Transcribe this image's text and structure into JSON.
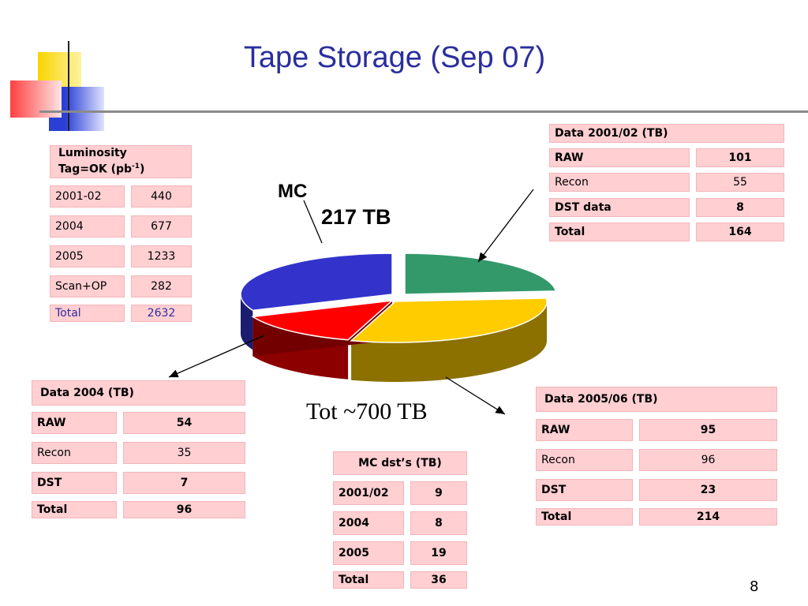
{
  "title": "Tape Storage (Sep 07)",
  "page_number": "8",
  "colors": {
    "title": "#2a2e9e",
    "cell_bg": "#ffcfd2",
    "slice_green": "#33996a",
    "slice_yellow": "#ffcc00",
    "slice_red": "#ff0000",
    "slice_blue": "#3333cc"
  },
  "luminosity": {
    "header_line1": "Luminosity",
    "header_line2_prefix": "Tag=OK    (pb",
    "header_sup": "-1",
    "header_suffix": ")",
    "rows": [
      {
        "label": "2001-02",
        "value": "440"
      },
      {
        "label": "2004",
        "value": "677"
      },
      {
        "label": "2005",
        "value": "1233"
      },
      {
        "label": "Scan+OP",
        "value": "282"
      },
      {
        "label": "Total",
        "value": "2632"
      }
    ]
  },
  "data_2001": {
    "header": "Data 2001/02 (TB)",
    "rows": [
      {
        "label": "RAW",
        "value": "101"
      },
      {
        "label": "Recon",
        "value": "55"
      },
      {
        "label": "DST data",
        "value": "8"
      },
      {
        "label": "Total",
        "value": "164"
      }
    ]
  },
  "data_2004": {
    "header": "Data 2004 (TB)",
    "rows": [
      {
        "label": "RAW",
        "value": "54"
      },
      {
        "label": "Recon",
        "value": "35"
      },
      {
        "label": "DST",
        "value": "7"
      },
      {
        "label": "Total",
        "value": "96"
      }
    ]
  },
  "data_2005": {
    "header": "Data 2005/06 (TB)",
    "rows": [
      {
        "label": "RAW",
        "value": "95"
      },
      {
        "label": "Recon",
        "value": "96"
      },
      {
        "label": "DST",
        "value": "23"
      },
      {
        "label": "Total",
        "value": "214"
      }
    ]
  },
  "mc_dst": {
    "header": "MC dst’s (TB)",
    "rows": [
      {
        "label": "2001/02",
        "value": "9"
      },
      {
        "label": "2004",
        "value": "8"
      },
      {
        "label": "2005",
        "value": "19"
      },
      {
        "label": "Total",
        "value": "36"
      }
    ]
  },
  "mc_label": "MC",
  "mc_total": "217 TB",
  "grand_total": "Tot ~700 TB",
  "chart_data": {
    "type": "pie",
    "title": "",
    "slices": [
      {
        "value": 164,
        "color": "#33996a"
      },
      {
        "value": 214,
        "color": "#ffcc00"
      },
      {
        "value": 96,
        "color": "#ff0000"
      },
      {
        "value": 217,
        "color": "#3333cc"
      }
    ]
  }
}
